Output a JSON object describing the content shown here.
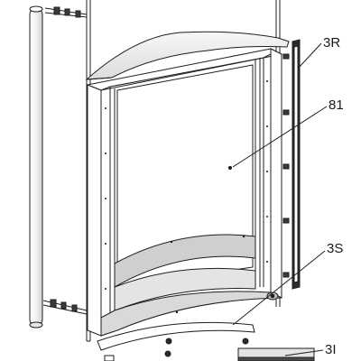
{
  "diagram": {
    "callouts": [
      {
        "id": "3R",
        "text": "3R"
      },
      {
        "id": "81",
        "text": "81"
      },
      {
        "id": "3S",
        "text": "3S"
      },
      {
        "id": "3I",
        "text": "3I"
      }
    ],
    "colors": {
      "line": "#1f1f1f",
      "panel_shade": "#d4d4d4",
      "panel_dark": "#9a9a9a",
      "gasket": "#2b2b2b",
      "background": "#ffffff"
    }
  }
}
